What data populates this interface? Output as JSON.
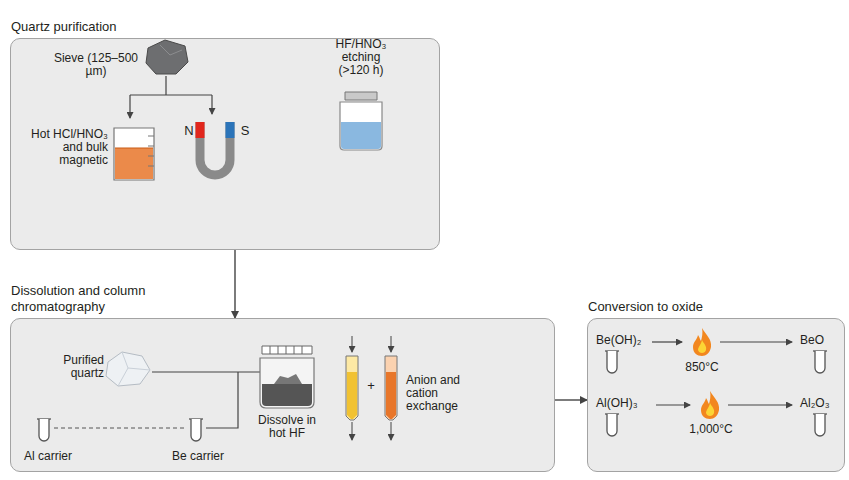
{
  "diagram": {
    "nodes": [
      {
        "text": [
          "Quartz purification"
        ]
      },
      {
        "text": [
          "Dissolution and column chromatography"
        ]
      },
      {
        "text": [
          "Conversion to oxide"
        ]
      }
    ],
    "edges": [
      {
        "from": 0,
        "to": 1,
        "arrow": "to"
      },
      {
        "from": 1,
        "to": 2,
        "arrow": "to"
      }
    ],
    "labels": [
      "Sieve (125–500 µm)",
      "HF/HNO₃ etching (>120 h)",
      "Hot HCl/HNO₃ and bulk magnetic",
      "N",
      "S",
      "Purified quartz",
      "Dissolve in hot HF",
      "+",
      "Anion and cation exchange",
      "Al carrier",
      "Be carrier",
      "Be(OH)₂",
      "850°C",
      "BeO",
      "Al(OH)₃",
      "1,000°C",
      "Al₂O₃"
    ]
  }
}
